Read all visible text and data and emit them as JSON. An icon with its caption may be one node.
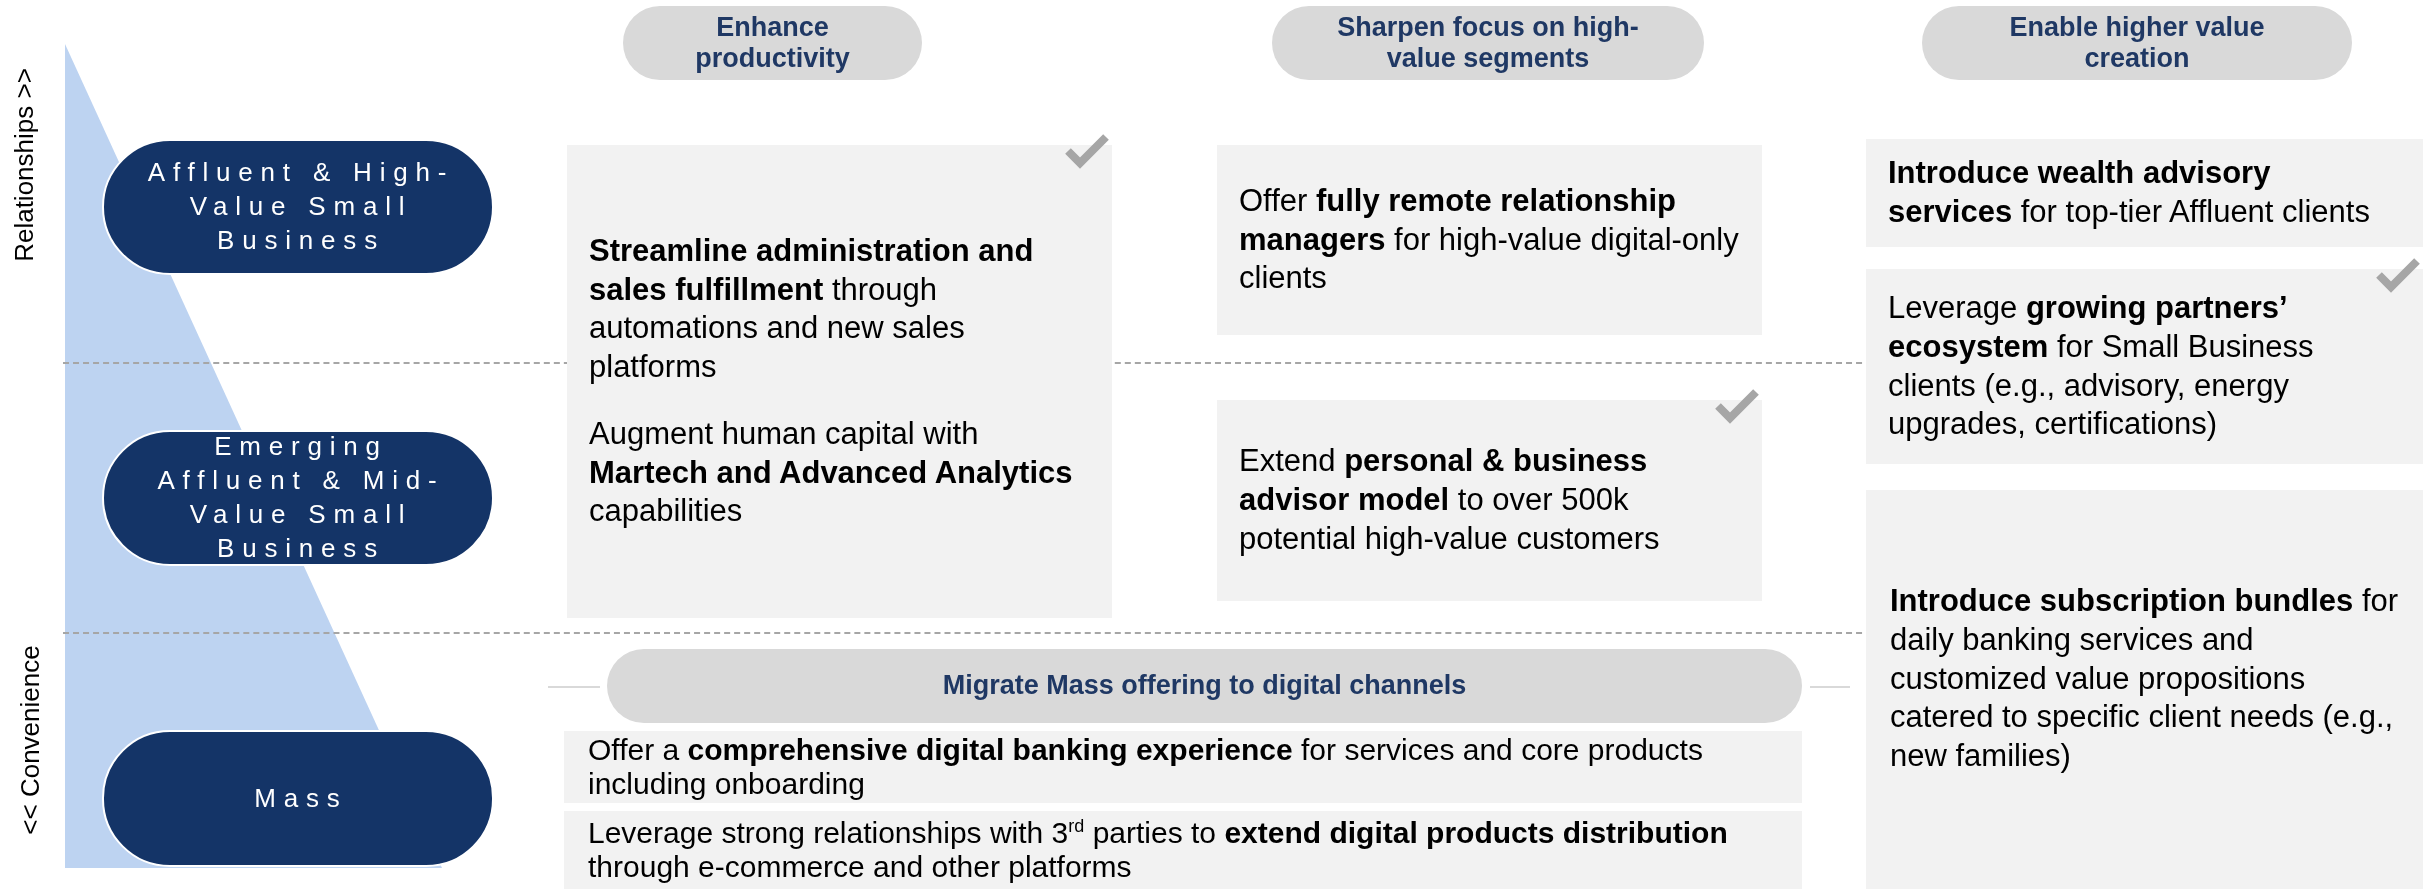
{
  "diagram": {
    "nodes": [
      {
        "text": [
          "Enhance productivity"
        ]
      },
      {
        "text": [
          "Sharpen focus on high-value segments"
        ]
      },
      {
        "text": [
          "Enable higher value creation"
        ]
      },
      {
        "text": [
          "Affluent & High-Value Small Business"
        ]
      },
      {
        "text": [
          "**Streamline administration and sales fulfillment** through automations and new sales platforms",
          "Augment human capital with **Martech and Advanced Analytics** capabilities"
        ]
      },
      {
        "text": [
          "Offer **fully remote relationship managers** for high-value digital-only clients"
        ]
      },
      {
        "text": [
          "**Introduce wealth advisory services** for top-tier Affluent clients"
        ]
      },
      {
        "text": [
          "Leverage **growing partners’ ecosystem** for Small Business clients (e.g., advisory, energy upgrades, certifications)"
        ]
      },
      {
        "text": [
          "Emerging Affluent & Mid-Value Small Business"
        ]
      },
      {
        "text": [
          "Extend **personal & business advisor model** to over 500k potential high-value customers"
        ]
      },
      {
        "text": [
          "Migrate Mass offering to digital channels"
        ]
      },
      {
        "text": [
          "**Introduce subscription bundles** for daily banking services and customized value propositions catered to specific client needs (e.g., new families)"
        ]
      },
      {
        "text": [
          "Mass"
        ]
      },
      {
        "text": [
          "Offer a **comprehensive digital banking experience** for services and core products including onboarding"
        ]
      },
      {
        "text": [
          "Leverage strong relationships with 3$^{rd}$ parties to **extend digital products distribution** through e-commerce and other platforms"
        ]
      }
    ],
    "labels": [
      "Relationships >>",
      "<< Convenience"
    ]
  }
}
